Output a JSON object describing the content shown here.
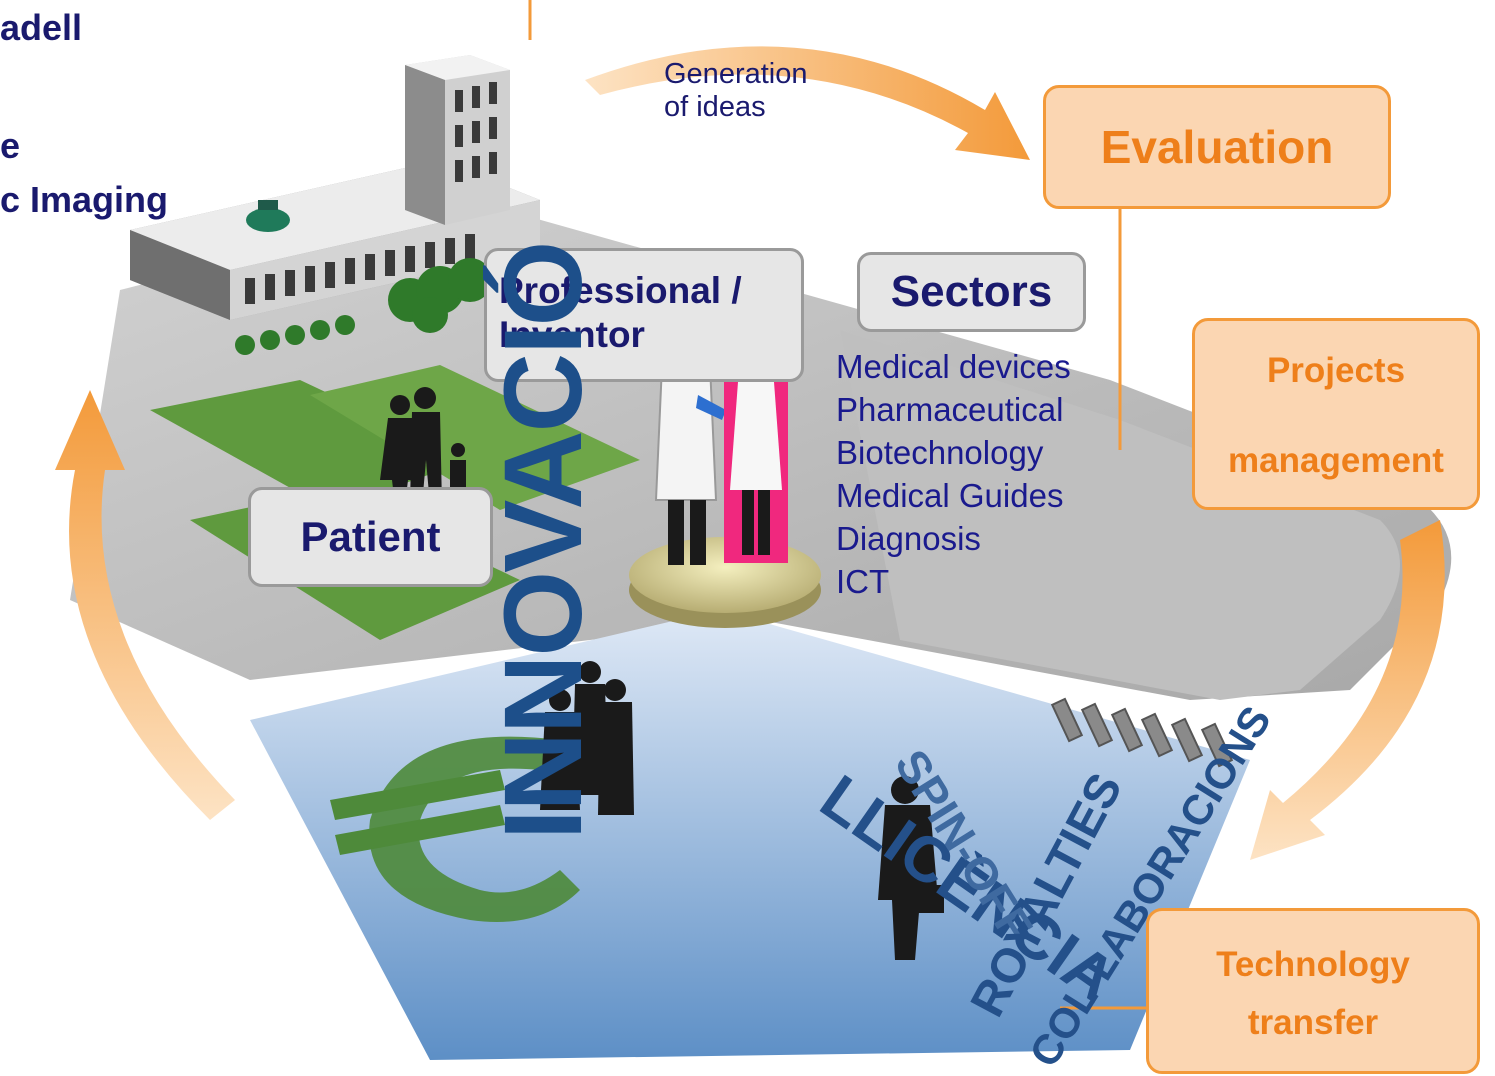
{
  "colors": {
    "navy_text": "#1a1a6e",
    "orange_accent": "#f39a3a",
    "orange_text": "#ee7f1a",
    "orange_fill": "#fbd6b2",
    "gray_fill": "#e6e6e6",
    "blue_ground": "#6b9bd0",
    "green_euro": "#4e8a3a",
    "magenta_panel": "#f0287e"
  },
  "title_fragments": [
    "adell",
    "e",
    "c Imaging"
  ],
  "generation_label": [
    "Generation",
    "of ideas"
  ],
  "boxes": {
    "evaluation": "Evaluation",
    "professional": [
      "Professional /",
      "Inventor"
    ],
    "sectors_title": "Sectors",
    "patient": "Patient",
    "projects": [
      "Projects",
      "management"
    ],
    "technology": [
      "Technology",
      "transfer"
    ]
  },
  "sectors_list": [
    "Medical devices",
    "Pharmaceutical",
    "Biotechnology",
    "Medical Guides",
    "Diagnosis",
    "ICT"
  ],
  "ground_words": {
    "innovacio": "INNOVACIÓ",
    "llicencia": "LLICÈNCIA",
    "spinoff": "SPIN-OFF",
    "royalties": "ROYALTIES",
    "collaboracions": "COL·LABORACIONS"
  },
  "icons": [
    "hospital-building-icon",
    "family-silhouette-icon",
    "doctor-icon",
    "nurse-icon",
    "businesspeople-group-icon",
    "businessman-briefcase-icon",
    "euro-symbol-icon",
    "cycle-arrow-icon"
  ]
}
